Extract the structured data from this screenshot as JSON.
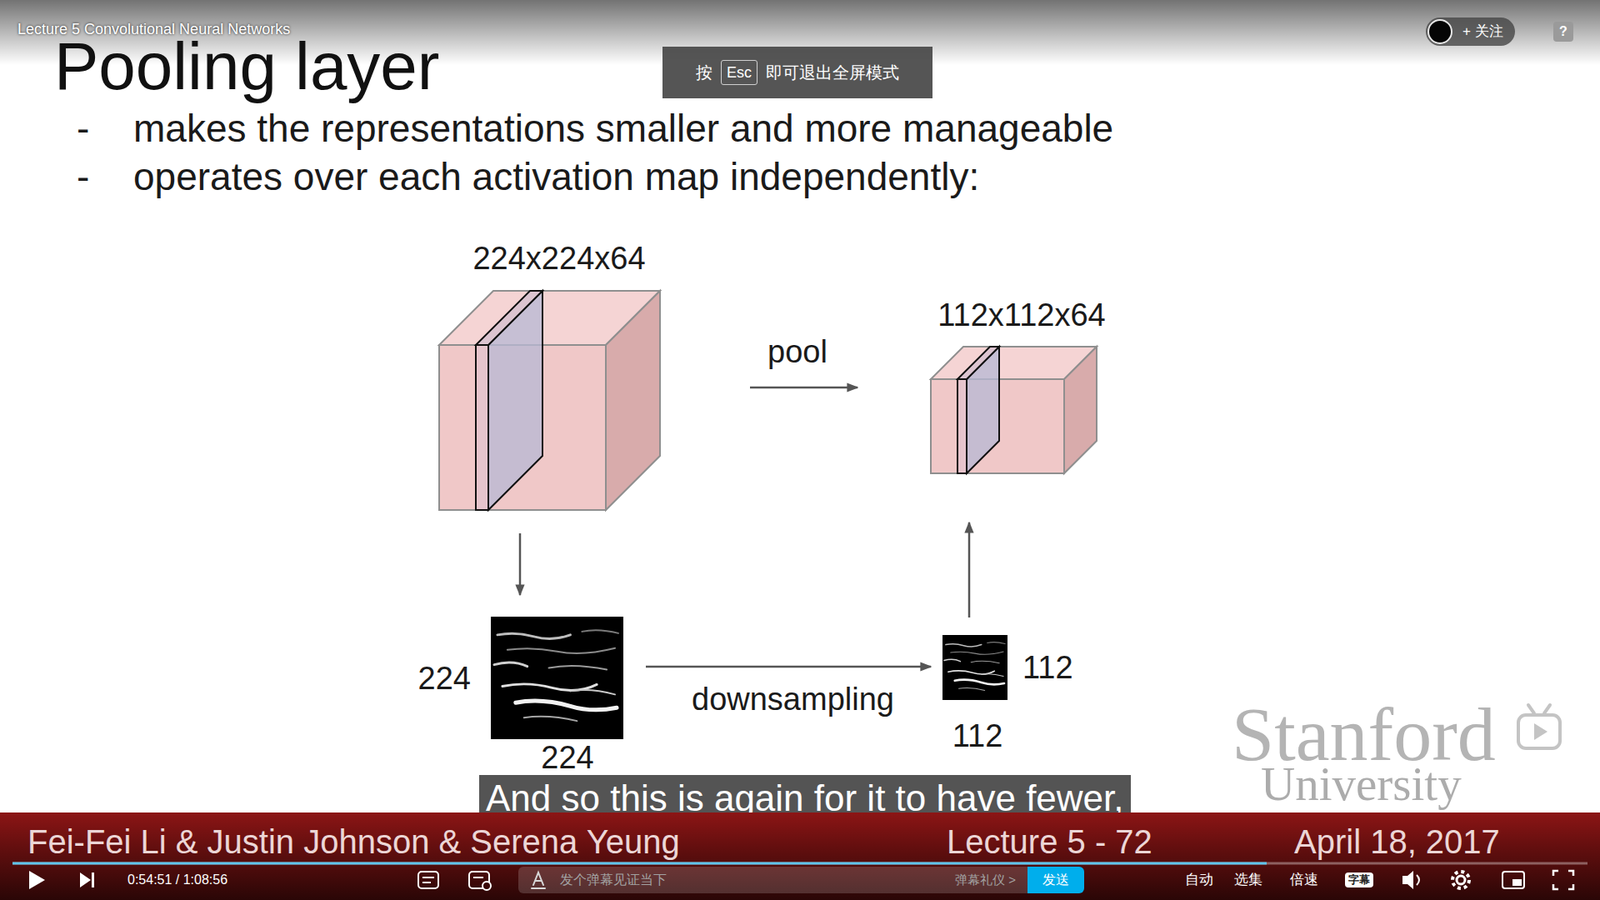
{
  "diagram": {
    "title": "Pooling layer",
    "nodes": [
      {
        "text": [
          "+ 关注"
        ]
      },
      {
        "text": [
          "按",
          "即可退出全屏模式"
        ]
      },
      {
        "text": [
          "Esc"
        ],
        "in": 1
      },
      {
        "text": [
          "224x224x64"
        ]
      },
      {
        "text": [
          "112x112x64"
        ]
      },
      {
        "text": [
          "224",
          "224"
        ]
      },
      {
        "text": [
          "112",
          "112"
        ]
      },
      {
        "text": [
          "And so this is again for it to have fewer,"
        ]
      },
      {
        "text": [
          "Fei-Fei Li & Justin Johnson & Serena Yeung",
          "Lecture 5 - 72",
          "April 18, 2017"
        ]
      },
      {
        "text": [
          "发个弹幕见证当下",
          "弹幕礼仪 >"
        ]
      },
      {
        "text": [
          "发送"
        ]
      }
    ],
    "edges": [
      {
        "from": 3,
        "to": 4,
        "arrow": "to",
        "label": "pool"
      },
      {
        "from": 3,
        "to": 5,
        "arrow": "to"
      },
      {
        "from": 5,
        "to": 6,
        "arrow": "to",
        "label": "downsampling"
      },
      {
        "from": 6,
        "to": 4,
        "arrow": "to"
      }
    ],
    "labels": [
      "Lecture 5 Convolutional Neural Networks",
      "-",
      "makes the representations smaller and more manageable",
      "-",
      "operates over each activation map independently:",
      "?",
      "Stanford",
      "University",
      "0:54:51 / 1:08:56",
      "自动",
      "选集",
      "倍速",
      "字幕"
    ]
  }
}
